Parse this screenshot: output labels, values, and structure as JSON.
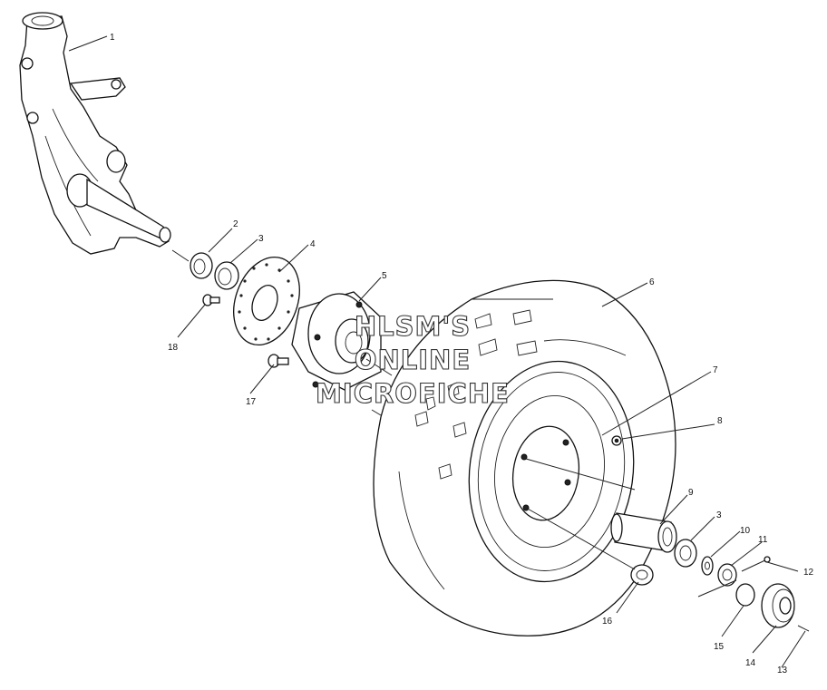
{
  "watermark": {
    "line1": "HLSM'S",
    "line2": "ONLINE",
    "line3": "MICROFICHE"
  },
  "callouts": [
    {
      "id": "c1",
      "text": "1"
    },
    {
      "id": "c2",
      "text": "2"
    },
    {
      "id": "c3a",
      "text": "3"
    },
    {
      "id": "c4",
      "text": "4"
    },
    {
      "id": "c5",
      "text": "5"
    },
    {
      "id": "c6",
      "text": "6"
    },
    {
      "id": "c7",
      "text": "7"
    },
    {
      "id": "c8",
      "text": "8"
    },
    {
      "id": "c9",
      "text": "9"
    },
    {
      "id": "c3b",
      "text": "3"
    },
    {
      "id": "c10",
      "text": "10"
    },
    {
      "id": "c11",
      "text": "11"
    },
    {
      "id": "c12",
      "text": "12"
    },
    {
      "id": "c13",
      "text": "13"
    },
    {
      "id": "c14",
      "text": "14"
    },
    {
      "id": "c15",
      "text": "15"
    },
    {
      "id": "c16",
      "text": "16"
    },
    {
      "id": "c17",
      "text": "17"
    },
    {
      "id": "c18",
      "text": "18"
    }
  ]
}
